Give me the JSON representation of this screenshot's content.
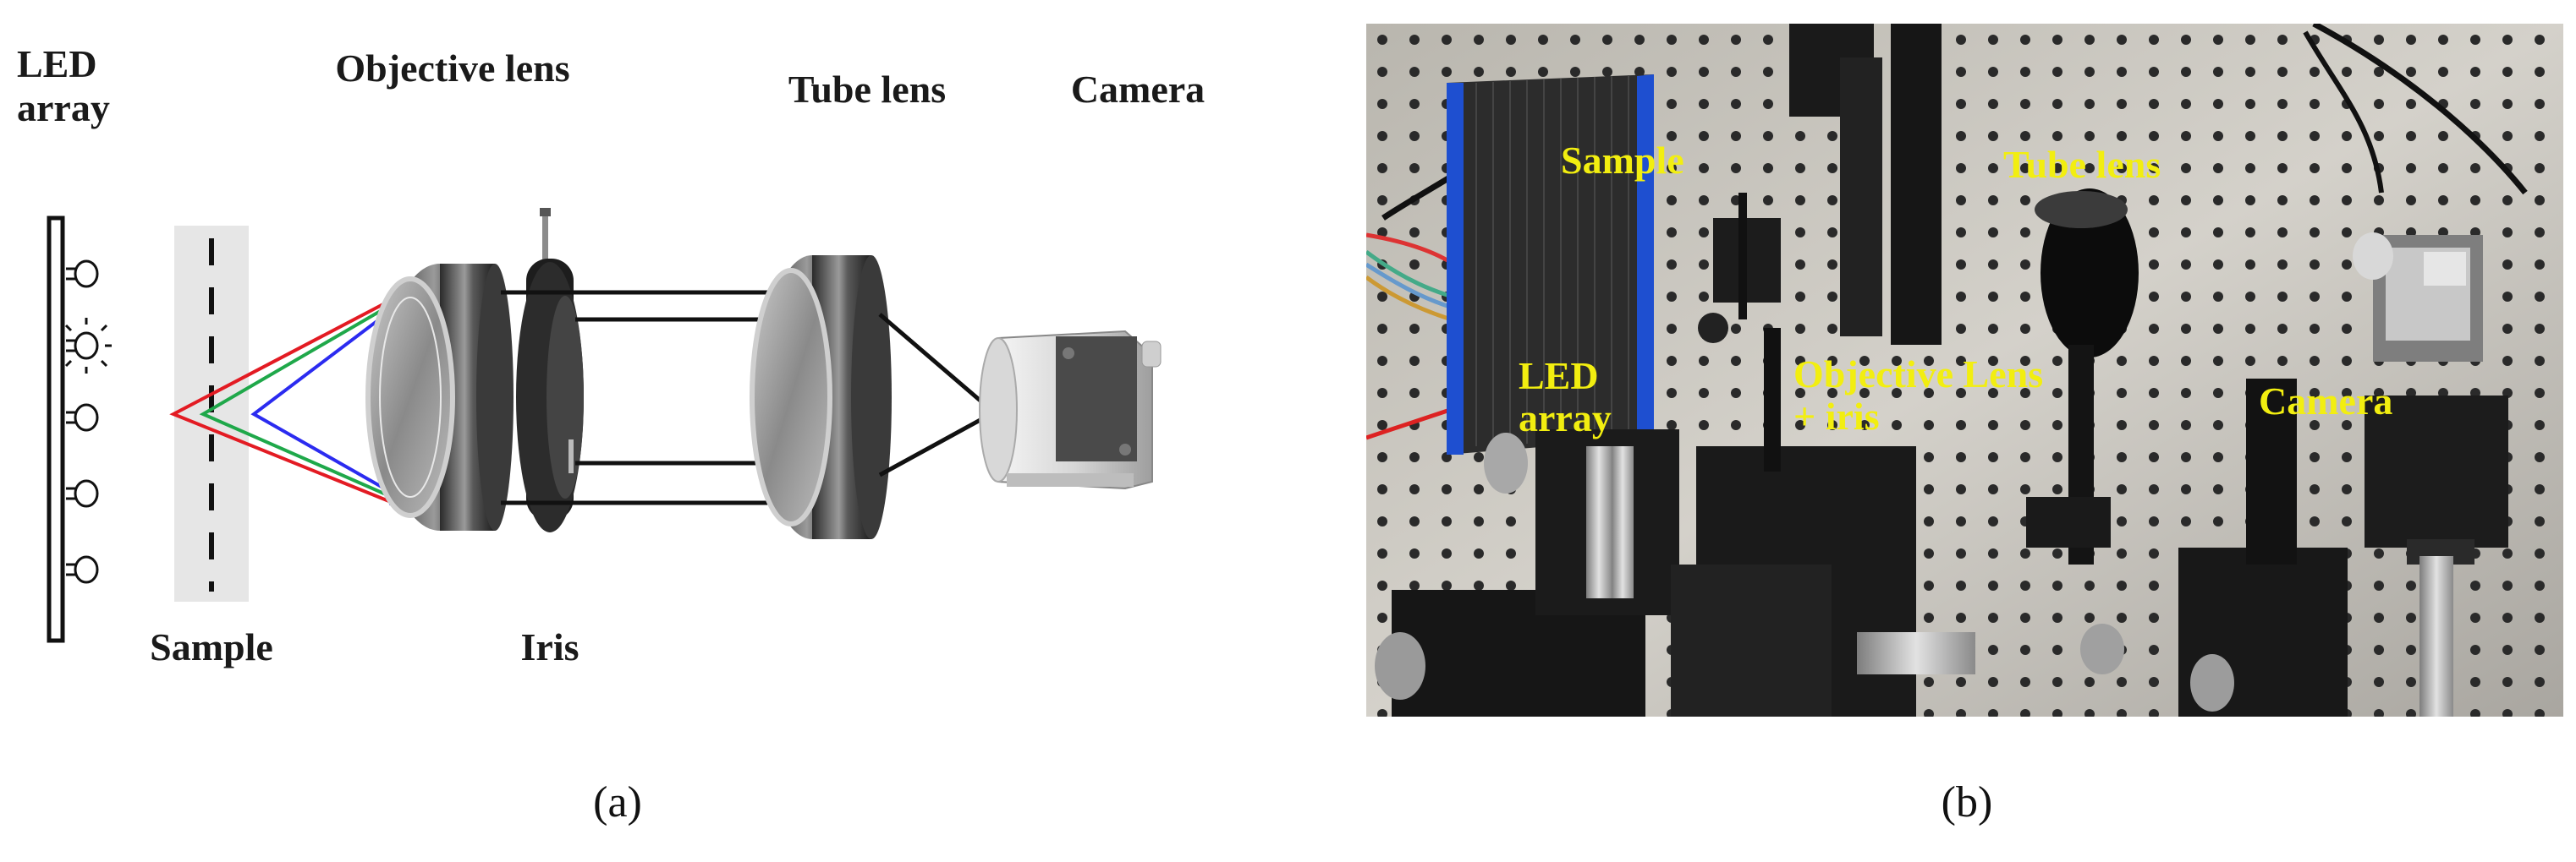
{
  "panel_a": {
    "led_array_label": "LED array",
    "objective_label": "Objective lens",
    "tube_lens_label": "Tube lens",
    "camera_label": "Camera",
    "sample_label": "Sample",
    "iris_label": "Iris",
    "caption": "(a)"
  },
  "panel_b": {
    "sample_label": "Sample",
    "tube_lens_label": "Tube lens",
    "led_array_label": "LED array",
    "objective_label": "Objective Lens + iris",
    "camera_label": "Camera",
    "caption": "(b)"
  },
  "colors": {
    "ray_red": "#e31b23",
    "ray_green": "#1fa84a",
    "ray_blue": "#2b2bf0",
    "photo_label": "#f2ee10"
  }
}
